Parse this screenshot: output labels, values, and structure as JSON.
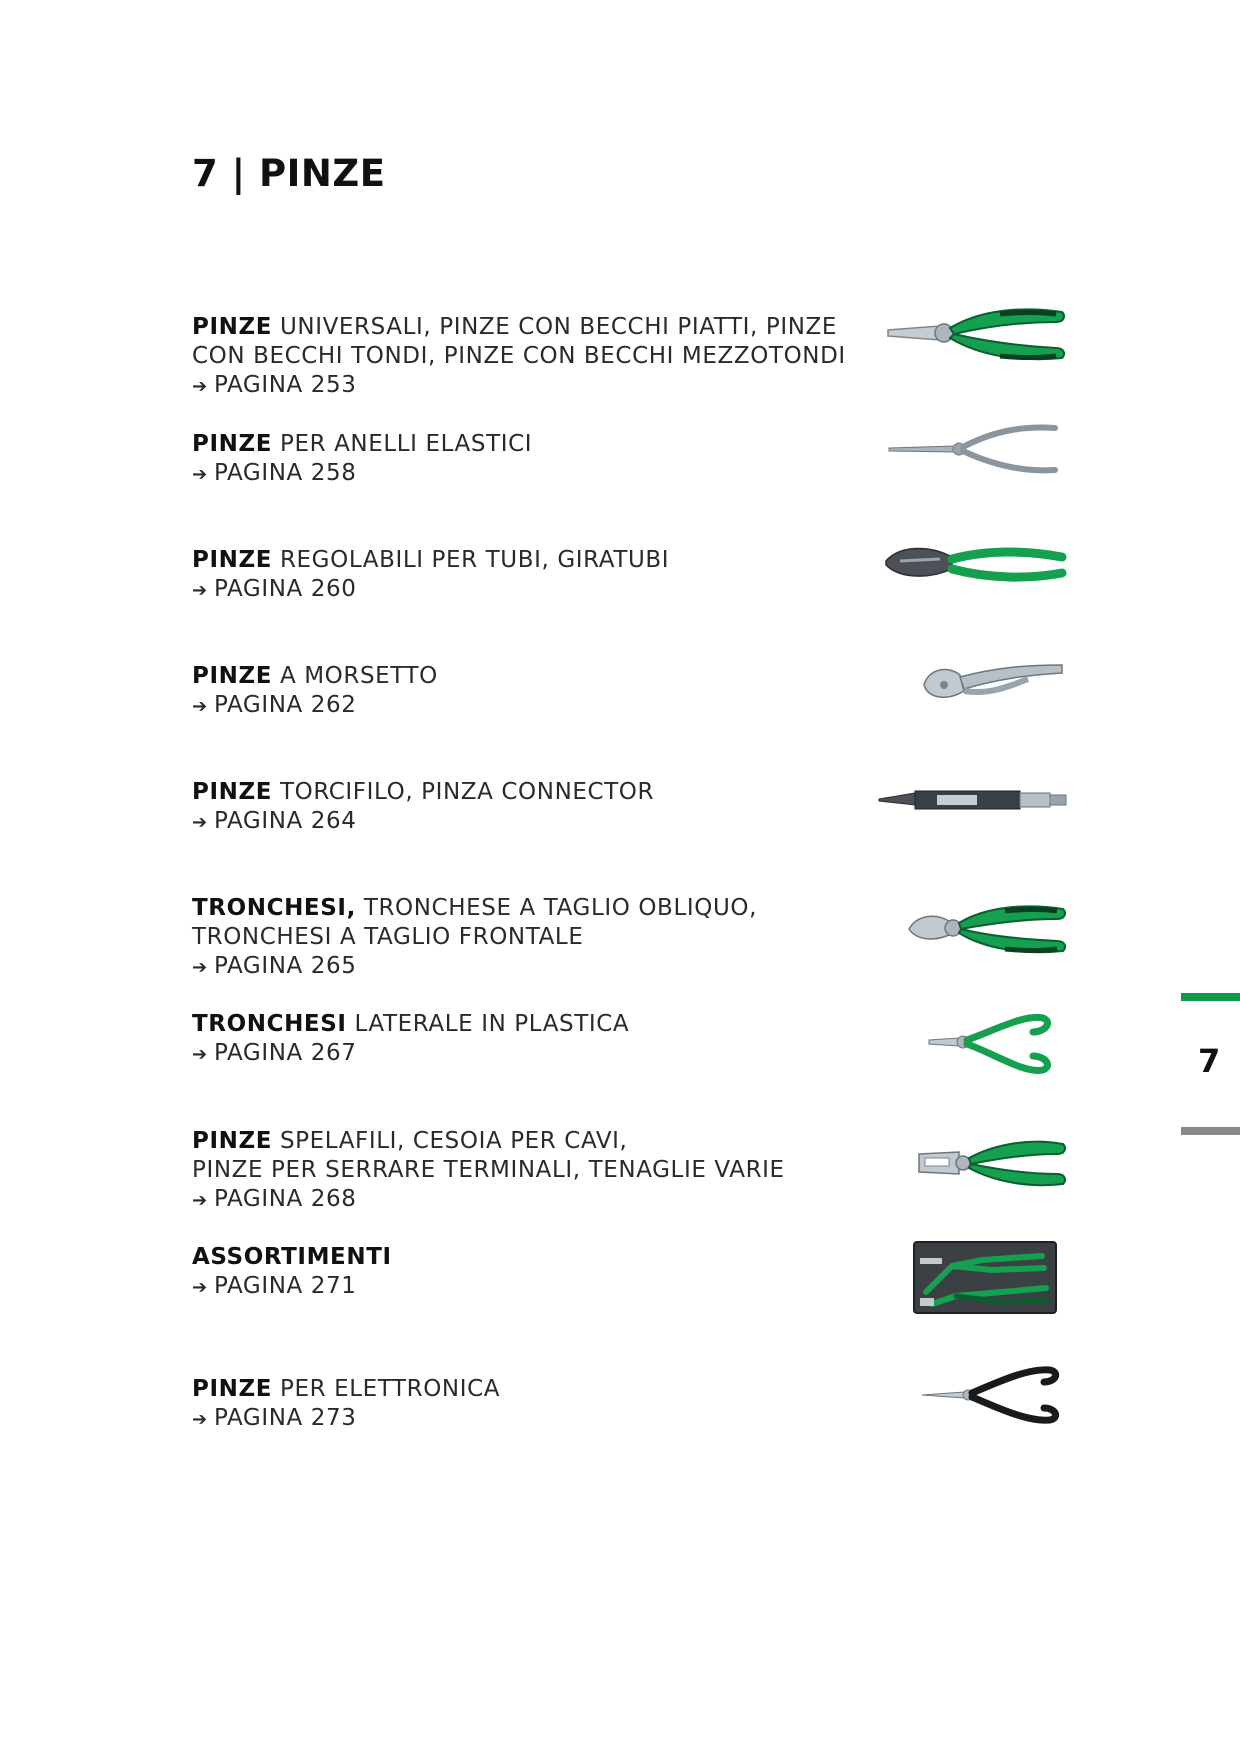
{
  "page": {
    "title": "7 | PINZE",
    "chapter_tab": "7"
  },
  "arrow_glyph": "➔",
  "entries": [
    {
      "bold": "PINZE",
      "lines": [
        " UNIVERSALI, PINZE CON BECCHI PIATTI, PINZE",
        "CON BECCHI TONDI, PINZE CON BECCHI MEZZOTONDI"
      ],
      "page_ref": "PAGINA 253",
      "icon": "combination-pliers-icon"
    },
    {
      "bold": "PINZE",
      "lines": [
        " PER ANELLI ELASTICI"
      ],
      "page_ref": "PAGINA 258",
      "icon": "circlip-pliers-icon"
    },
    {
      "bold": "PINZE",
      "lines": [
        " REGOLABILI PER TUBI, GIRATUBI"
      ],
      "page_ref": "PAGINA 260",
      "icon": "water-pump-pliers-icon"
    },
    {
      "bold": "PINZE",
      "lines": [
        " A MORSETTO"
      ],
      "page_ref": "PAGINA 262",
      "icon": "locking-pliers-icon"
    },
    {
      "bold": "PINZE",
      "lines": [
        " TORCIFILO, PINZA CONNECTOR"
      ],
      "page_ref": "PAGINA 264",
      "icon": "wire-twister-pliers-icon"
    },
    {
      "bold": "TRONCHESI,",
      "lines": [
        " TRONCHESE A TAGLIO OBLIQUO,",
        "TRONCHESI A TAGLIO FRONTALE"
      ],
      "page_ref": "PAGINA 265",
      "icon": "diagonal-cutter-icon"
    },
    {
      "bold": "TRONCHESI",
      "lines": [
        " LATERALE IN PLASTICA"
      ],
      "page_ref": "PAGINA 267",
      "icon": "plastic-cutter-icon"
    },
    {
      "bold": "PINZE",
      "lines": [
        " SPELAFILI, CESOIA PER CAVI,",
        "PINZE PER SERRARE TERMINALI, TENAGLIE VARIE"
      ],
      "page_ref": "PAGINA 268",
      "icon": "wire-stripper-icon"
    },
    {
      "bold": "ASSORTIMENTI",
      "lines": [
        ""
      ],
      "page_ref": "PAGINA 271",
      "icon": "pliers-assortment-tray-icon"
    },
    {
      "bold": "PINZE",
      "lines": [
        " PER ELETTRONICA"
      ],
      "page_ref": "PAGINA 273",
      "icon": "electronics-pliers-icon"
    }
  ],
  "colors": {
    "accent_green": "#0a9a4a",
    "handle_green": "#14a04e",
    "dark_green": "#0b5e30",
    "tab_gray": "#8a8a8a",
    "steel": "#9aa4ad"
  }
}
